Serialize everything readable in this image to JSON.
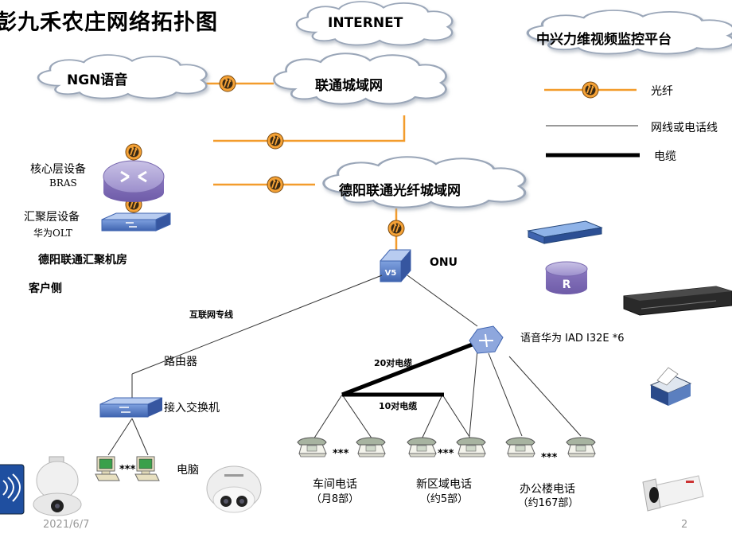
{
  "title": "彭九禾农庄网络拓扑图",
  "clouds": {
    "internet": "INTERNET",
    "ngn": "NGN语音",
    "unicom_metro": "联通城域网",
    "zte_platform": "中兴力维视频监控平台",
    "deyang_fiber": "德阳联通光纤城域网"
  },
  "legend": {
    "fiber": "光纤",
    "cable_or_phone": "网线或电话线",
    "trunk_cable": "电缆"
  },
  "devices": {
    "core_label": "核心层设备",
    "core_sub": "BRAS",
    "agg_label": "汇聚层设备",
    "agg_sub": "华为OLT",
    "room": "德阳联通汇聚机房",
    "customer_side": "客户侧",
    "onu": "ONU",
    "internet_line": "互联网专线",
    "router": "路由器",
    "access_switch": "接入交换机",
    "computer": "电脑",
    "iad": "语音华为 IAD I32E *6",
    "cable20": "20对电缆",
    "cable10": "10对电缆"
  },
  "phones": [
    {
      "name": "车间电话",
      "count": "（月8部）"
    },
    {
      "name": "新区域电话",
      "count": "（约5部）"
    },
    {
      "name": "办公楼电话",
      "count": "（约167部）"
    }
  ],
  "ellipsis": "***",
  "footer": {
    "date": "2021/6/7",
    "page": "2"
  },
  "colors": {
    "fiber": "#f39c2c",
    "cloud_fill": "#ffffff",
    "cloud_edge": "#9aa6b8",
    "device_purple": "#8a7ab8",
    "device_blue": "#3f64b0"
  }
}
